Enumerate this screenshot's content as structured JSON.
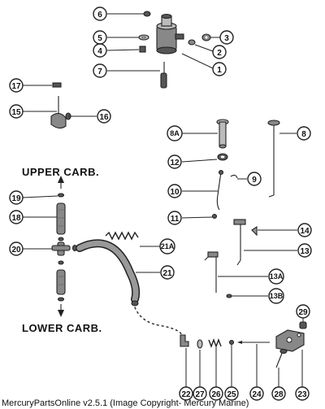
{
  "labels": {
    "upper_carb": "UPPER CARB.",
    "lower_carb": "LOWER CARB."
  },
  "footer": "MercuryPartsOnline v2.5.1 (Image Copyright- Mercury Marine)",
  "callouts": {
    "c1": "1",
    "c2": "2",
    "c3": "3",
    "c4": "4",
    "c5": "5",
    "c6": "6",
    "c7": "7",
    "c8": "8",
    "c8a": "8A",
    "c9": "9",
    "c10": "10",
    "c11": "11",
    "c12": "12",
    "c13": "13",
    "c13a": "13A",
    "c13b": "13B",
    "c14": "14",
    "c15": "15",
    "c16": "16",
    "c17": "17",
    "c18": "18",
    "c19": "19",
    "c20": "20",
    "c21": "21",
    "c21a": "21A",
    "c22": "22",
    "c23": "23",
    "c24": "24",
    "c25": "25",
    "c26": "26",
    "c27": "27",
    "c28": "28",
    "c29": "29"
  }
}
